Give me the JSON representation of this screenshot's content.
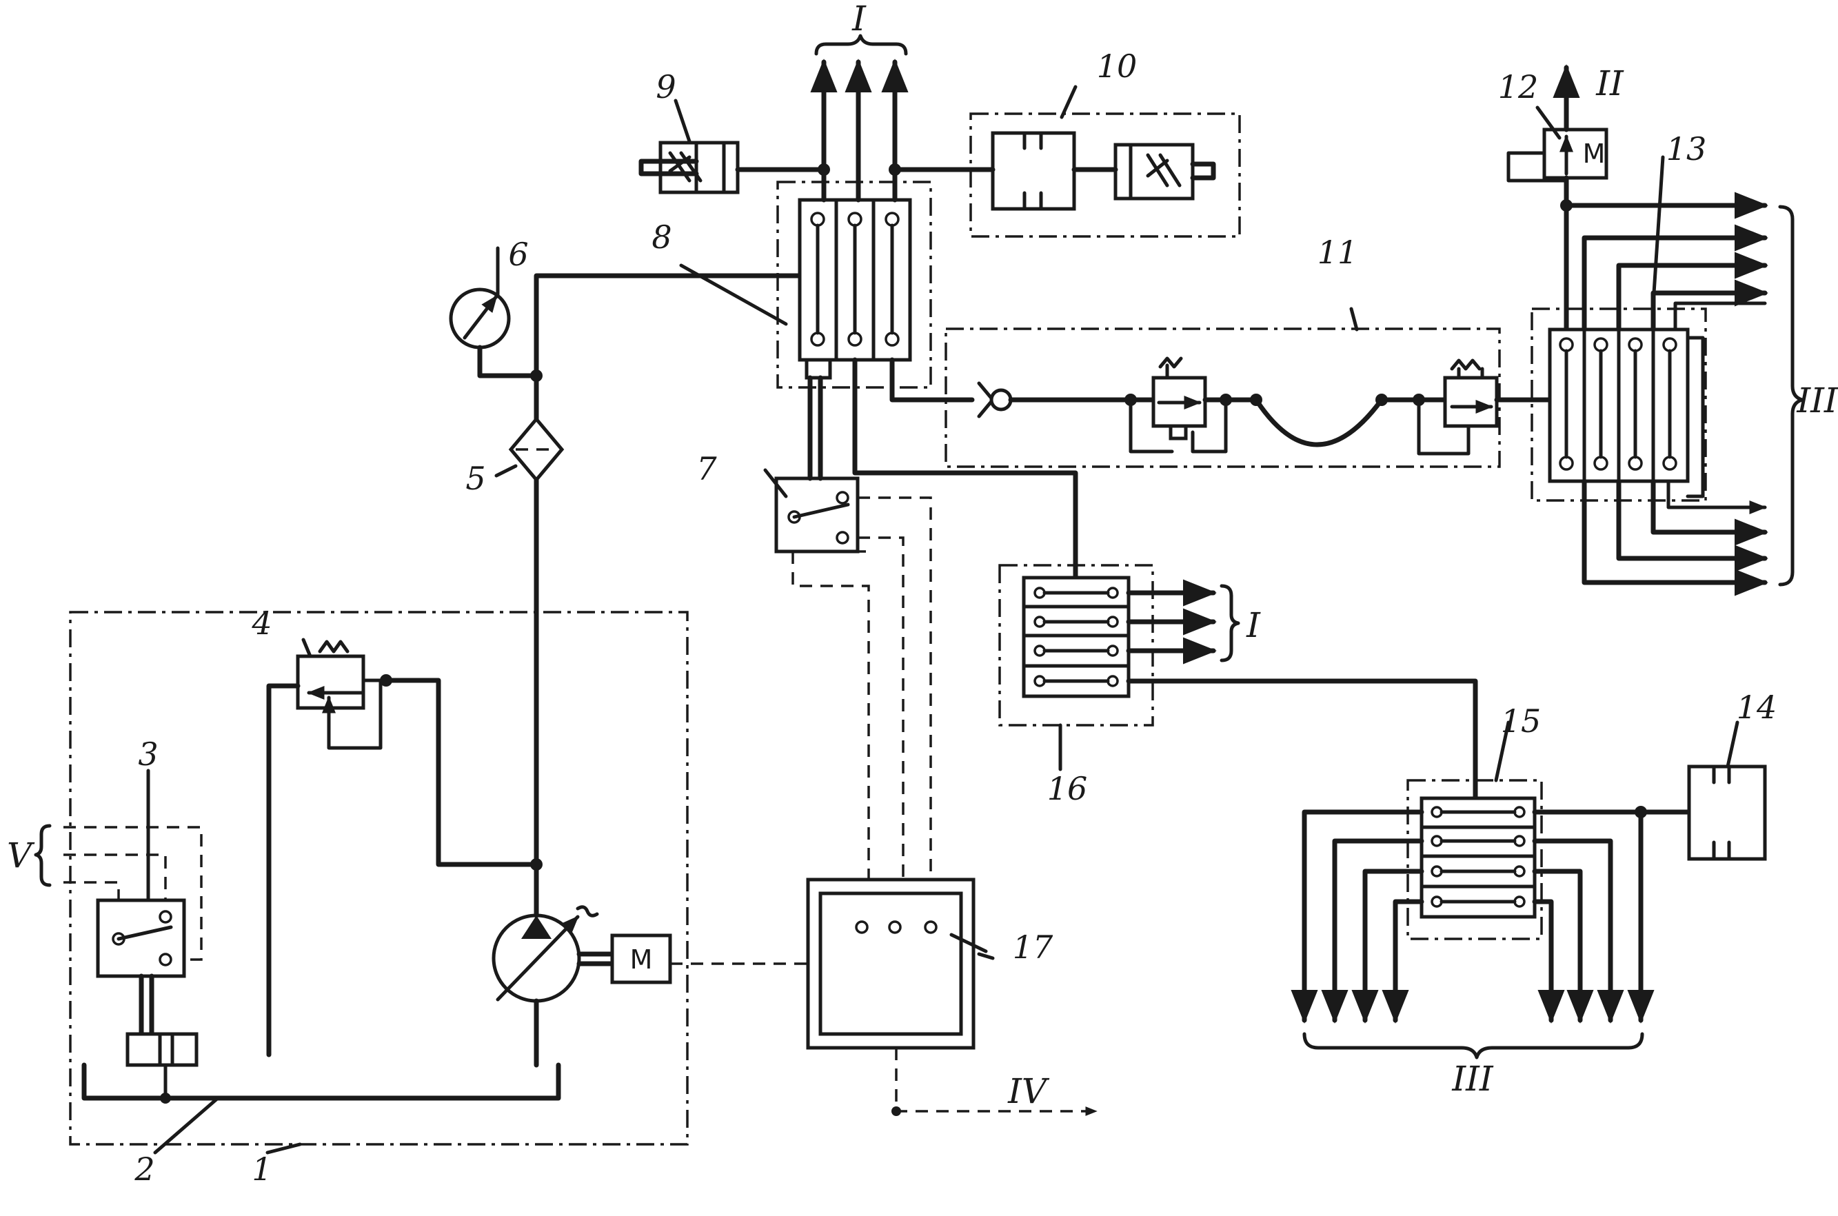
{
  "labels": {
    "n1": "1",
    "n2": "2",
    "n3": "3",
    "n4": "4",
    "n5": "5",
    "n6": "6",
    "n7": "7",
    "n8": "8",
    "n9": "9",
    "n10": "10",
    "n11": "11",
    "n12": "12",
    "n13": "13",
    "n14": "14",
    "n15": "15",
    "n16": "16",
    "n17": "17"
  },
  "outputs": {
    "top_I": "I",
    "mid_I": "I",
    "top_II": "II",
    "right_III": "III",
    "bottom_III": "III",
    "bottom_IV": "IV",
    "left_V": "V"
  },
  "motors": {
    "pump_motor": "M",
    "valve_motor": "M"
  }
}
